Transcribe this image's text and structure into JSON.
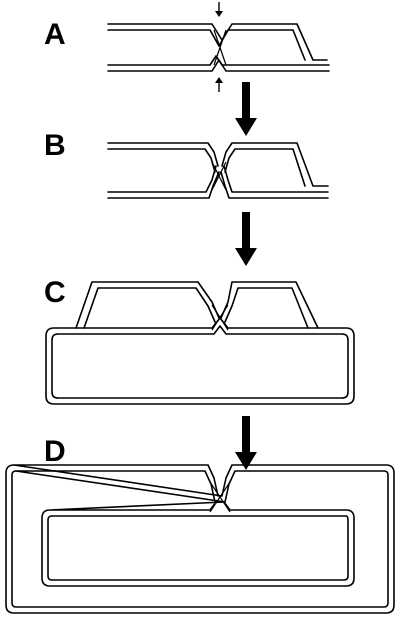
{
  "panels": {
    "a": {
      "label": "A"
    },
    "b": {
      "label": "B"
    },
    "c": {
      "label": "C"
    },
    "d": {
      "label": "D"
    }
  },
  "colors": {
    "ink": "#000000",
    "background": "#ffffff"
  },
  "icons": {
    "cut_marker_top": "small-down-arrow-icon",
    "cut_marker_bottom": "small-up-arrow-icon",
    "step_arrow": "bold-down-arrow-icon"
  }
}
